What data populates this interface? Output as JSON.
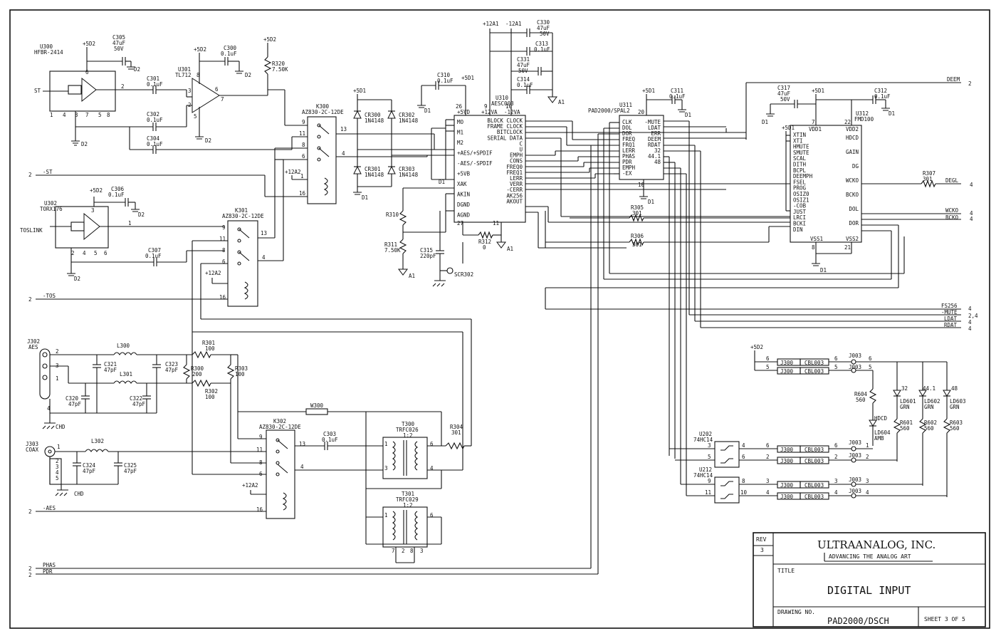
{
  "title_block": {
    "rev_label": "REV",
    "rev": "3",
    "company": "ULTRAANALOG, INC.",
    "tagline": "ADVANCING THE ANALOG ART",
    "title_label": "TITLE",
    "title": "DIGITAL INPUT",
    "drawing_no_label": "DRAWING NO.",
    "drawing_no": "PAD2000/DSCH",
    "sheet": "SHEET 3 OF 5"
  },
  "ports": {
    "st": "-ST",
    "tos": "-TOS",
    "aes": "-AES",
    "phas": "PHAS",
    "pdr": "PDR",
    "deem": "DEEM",
    "degl": "DEGL",
    "wcko": "WCKO",
    "bcko": "BCKO",
    "fs256": "FS256",
    "mute": "-MUTE",
    "ldat": "LDAT",
    "rdat": "RDAT",
    "sheet2": "2",
    "sheet4": "4",
    "sheet24": "2,4"
  },
  "parts": {
    "u300_ref": "U300",
    "u300_val": "HFBR-2414",
    "u301_ref": "U301",
    "u301_val": "TL712",
    "u302_ref": "U302",
    "u302_val": "TORX176",
    "toslink": "TOSLINK",
    "k300_ref": "K300",
    "k301_ref": "K301",
    "k302_ref": "K302",
    "relay_val": "AZ830-2C-12DE",
    "u310_ref": "U310",
    "u310_val": "AESC003",
    "u311_ref": "U311",
    "u311_val": "PAD2000/SPAL2",
    "u312_ref": "U312",
    "u312_val": "FMD100",
    "u202_ref": "U202",
    "u212_ref": "U212",
    "hc14": "74HC14",
    "j302_ref": "J302",
    "j302_val": "AES",
    "j303_ref": "J303",
    "j303_val": "COAX",
    "t300_ref": "T300",
    "t300_val": "TRFC026",
    "t301_ref": "T301",
    "t301_val": "TRFC029",
    "ratio": "1:2",
    "chd": "CHD",
    "w300": "W300",
    "scr302": "SCR302",
    "cr300": "CR300",
    "cr301": "CR301",
    "cr302": "CR302",
    "cr303": "CR303",
    "diode_val": "1N4148",
    "ld601": "LD601",
    "ld602": "LD602",
    "ld603": "LD603",
    "ld604": "LD604",
    "grn": "GRN",
    "amb": "AMB",
    "led_32": "32",
    "led_441": "44.1",
    "led_48": "48",
    "led_hdcd": "HDCD",
    "j300": "J300",
    "j003": "J003",
    "cbl003": "CBL003"
  },
  "caps": {
    "c300": "C300",
    "c300v": "0.1uF",
    "c301": "C301",
    "c301v": "0.1uF",
    "c302": "C302",
    "c302v": "0.1uF",
    "c304": "C304",
    "c304v": "0.1uF",
    "c305": "C305",
    "c305v": "47uF",
    "c305r": "50V",
    "c306": "C306",
    "c306v": "0.1uF",
    "c307": "C307",
    "c307v": "0.1uF",
    "c310": "C310",
    "c310v": "0.1uF",
    "c311": "C311",
    "c311v": "0.1uF",
    "c312": "C312",
    "c312v": "0.1uF",
    "c313": "C313",
    "c313v": "0.1uF",
    "c314": "C314",
    "c314v": "0.1uF",
    "c315": "C315",
    "c315v": "220pF",
    "c317": "C317",
    "c317v": "47uF",
    "c317r": "50V",
    "c320": "C320",
    "c320v": "47pF",
    "c321": "C321",
    "c321v": "47pF",
    "c322": "C322",
    "c322v": "47pF",
    "c323": "C323",
    "c323v": "47pF",
    "c324": "C324",
    "c324v": "47pF",
    "c325": "C325",
    "c325v": "47pF",
    "c330": "C330",
    "c330v": "47uF",
    "c330r": "50V",
    "c331": "C331",
    "c331v": "47uF",
    "c331r": "50V",
    "c303": "C303",
    "c303v": "0.1uF"
  },
  "res": {
    "r300": "R300",
    "r300v": "200",
    "r301": "R301",
    "r301v": "100",
    "r302": "R302",
    "r302v": "100",
    "r303": "R303",
    "r303v": "100",
    "r304": "R304",
    "r304v": "301",
    "r305": "R305",
    "r305v": "301",
    "r306": "R306",
    "r306v": "301",
    "r307": "R307",
    "r307v": "301",
    "r310": "R310",
    "r311": "R311",
    "r311v": "7.50K",
    "r312": "R312",
    "r312v": "0",
    "r320": "R320",
    "r320v": "7.50K",
    "r601": "R601",
    "r602": "R602",
    "r603": "R603",
    "r604": "R604",
    "r60xv": "560",
    "l300": "L300",
    "l301": "L301",
    "l302": "L302"
  },
  "rails": {
    "p5d2": "+5D2",
    "p5d1": "+5D1",
    "p12a2": "+12A2",
    "p12a1": "+12A1",
    "m12a1": "-12A1",
    "d1": "D1",
    "d2": "D2",
    "a1": "A1"
  },
  "u310_pins": {
    "left": [
      "MO",
      "M1",
      "M2",
      "+AES/+SPDIF",
      "-AES/-SPDIF",
      "+5VB",
      "XAK",
      "AKIN",
      "DGND",
      "AGND"
    ],
    "right": [
      "BLOCK CLOCK",
      "FRAME CLOCK",
      "BITCLOCK",
      "SERIAL DATA",
      "C",
      "U",
      "EMPH",
      "CONS",
      "FREQ0",
      "FREQ1",
      "LERR",
      "VERR",
      "-CERR",
      "AK256",
      "AKOUT"
    ],
    "top": [
      "+5VD",
      "+12VA",
      "-12VA"
    ]
  },
  "u311_pins": {
    "left": [
      "CLK",
      "DOL",
      "DOR",
      "FREQ",
      "FRQ1",
      "LERR",
      "PHAS",
      "PDR",
      "EMPH",
      "-EX"
    ],
    "right": [
      "-MUTE",
      "LDAT",
      "ERR",
      "DEEM",
      "RDAT",
      "32",
      "44.1",
      "48"
    ]
  },
  "u312_pins": {
    "left": [
      "XTIN",
      "XTI",
      "HMUTE",
      "SMUTE",
      "SCAL",
      "DITH",
      "BCPL",
      "DEEMPH",
      "FSEL",
      "PROG",
      "OSIZ0",
      "OSIZ1",
      "-COB",
      "JUST",
      "LRCI",
      "BCKI",
      "DIN"
    ],
    "right": [
      "HDCD",
      "GAIN",
      "DG",
      "WCKO",
      "BCKO",
      "DOL",
      "DOR"
    ],
    "top": [
      "VDD1",
      "VDD2"
    ],
    "bottom": [
      "VSS1",
      "VSS2"
    ]
  }
}
